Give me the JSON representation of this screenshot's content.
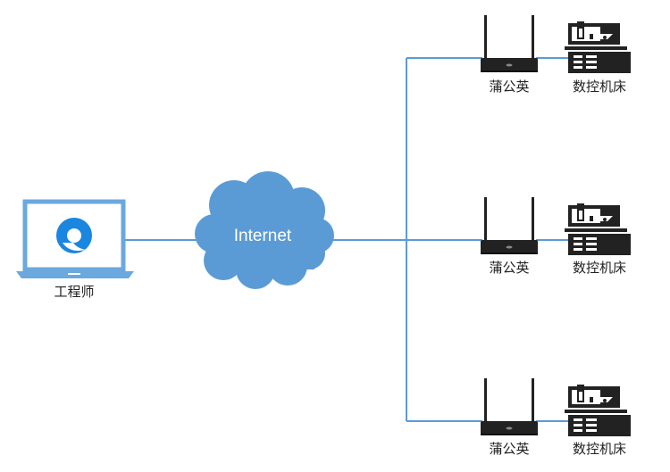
{
  "colors": {
    "link": "#5b9bd5",
    "cloud": "#5b9bd5",
    "laptop_frame": "#6aa8de",
    "device_dark": "#222222"
  },
  "engineer": {
    "label": "工程师",
    "icon": "laptop-icon"
  },
  "internet": {
    "label": "Internet",
    "icon": "cloud-icon"
  },
  "branches": [
    {
      "router_label": "蒲公英",
      "machine_label": "数控机床"
    },
    {
      "router_label": "蒲公英",
      "machine_label": "数控机床"
    },
    {
      "router_label": "蒲公英",
      "machine_label": "数控机床"
    }
  ]
}
